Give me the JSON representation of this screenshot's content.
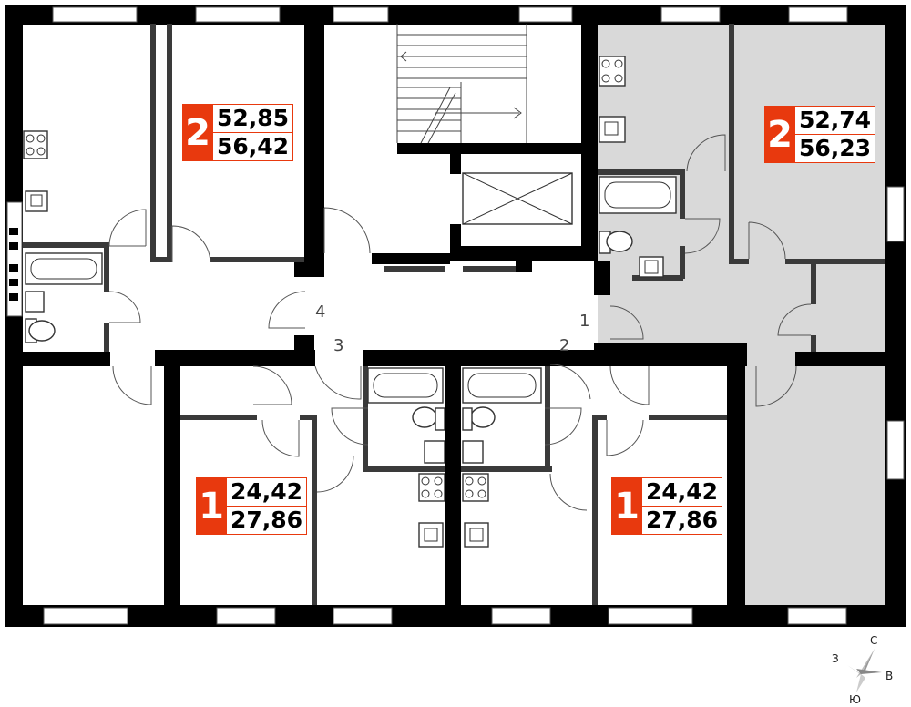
{
  "apartments": [
    {
      "id": "apt-2-left",
      "rooms": "2",
      "living_area": "52,85",
      "total_area": "56,42"
    },
    {
      "id": "apt-2-right",
      "rooms": "2",
      "living_area": "52,74",
      "total_area": "56,23",
      "highlighted": true
    },
    {
      "id": "apt-1-left",
      "rooms": "1",
      "living_area": "24,42",
      "total_area": "27,86"
    },
    {
      "id": "apt-1-right",
      "rooms": "1",
      "living_area": "24,42",
      "total_area": "27,86"
    }
  ],
  "door_numbers": [
    "1",
    "2",
    "3",
    "4"
  ],
  "compass": {
    "north": "С",
    "east": "В",
    "south": "Ю",
    "west": "З"
  },
  "colors": {
    "badge": "#e8390e",
    "highlight": "#d9d9d9",
    "wall": "#000000"
  }
}
